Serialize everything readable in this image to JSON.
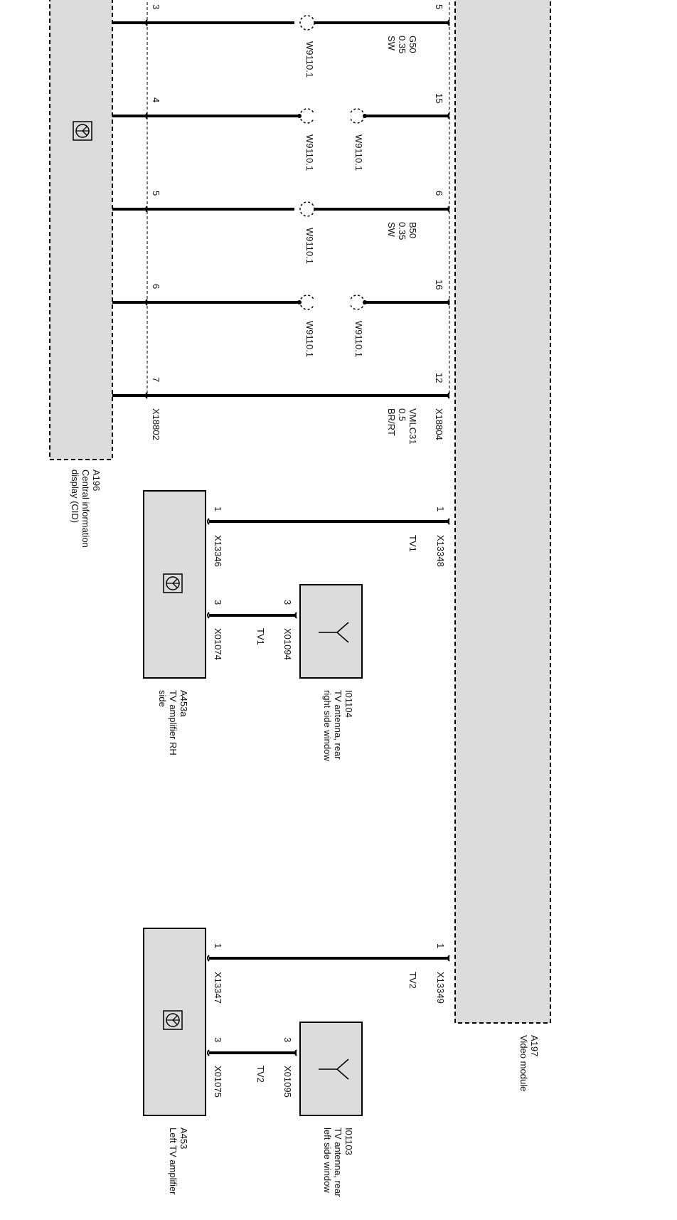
{
  "components": {
    "cid": {
      "id": "A196",
      "name_line1": "Central information",
      "name_line2": "display (CID)"
    },
    "video": {
      "id": "A197",
      "name": "Video module"
    },
    "amp_rh": {
      "id": "A453a",
      "name_line1": "TV amplifier RH",
      "name_line2": "side"
    },
    "amp_left": {
      "id": "A453",
      "name": "Left TV amplifier"
    },
    "ant_right": {
      "id": "I01104",
      "name_line1": "TV antenna, rear",
      "name_line2": "right side window"
    },
    "ant_left": {
      "id": "I01103",
      "name_line1": "TV antenna, rear",
      "name_line2": "left side window"
    }
  },
  "connectors": {
    "cid": "X18802",
    "video": "X18804",
    "video_tv1": "X13348",
    "video_tv2": "X13349",
    "amp_rh_in": "X13346",
    "amp_rh_ant": "X01074",
    "ant_right": "X01094",
    "amp_left_in": "X13347",
    "amp_left_ant": "X01075",
    "ant_left": "X01095"
  },
  "wires": [
    {
      "pin_cid": "3",
      "pin_video": "5",
      "shield": "W9110.1",
      "code": "G50",
      "size": "0.35",
      "color": "SW"
    },
    {
      "pin_cid": "4",
      "pin_video": "15",
      "shield": "W9110.1",
      "shield2": "W9110.1"
    },
    {
      "pin_cid": "5",
      "pin_video": "6",
      "shield": "W9110.1",
      "code": "B50",
      "size": "0.35",
      "color": "SW"
    },
    {
      "pin_cid": "6",
      "pin_video": "16",
      "shield": "W9110.1",
      "shield2": "W9110.1"
    },
    {
      "pin_cid": "7",
      "pin_video": "12",
      "code": "VMLC31",
      "size": "0.5",
      "color": "BR/RT"
    }
  ],
  "antenna_links": {
    "tv1_pin_video": "1",
    "tv1_pin_amp": "1",
    "tv1_label": "TV1",
    "tv2_pin_video": "1",
    "tv2_pin_amp": "1",
    "tv2_label": "TV2",
    "ant1_pin_amp": "3",
    "ant1_pin_ant": "3",
    "ant1_label": "TV1",
    "ant2_pin_amp": "3",
    "ant2_pin_ant": "3",
    "ant2_label": "TV2"
  },
  "icons": {
    "amplifier": "amplifier-transistor-icon",
    "display": "display-transistor-icon",
    "antenna": "antenna-icon"
  },
  "colors": {
    "fill": "#dcdcdc",
    "wire": "#000000"
  }
}
